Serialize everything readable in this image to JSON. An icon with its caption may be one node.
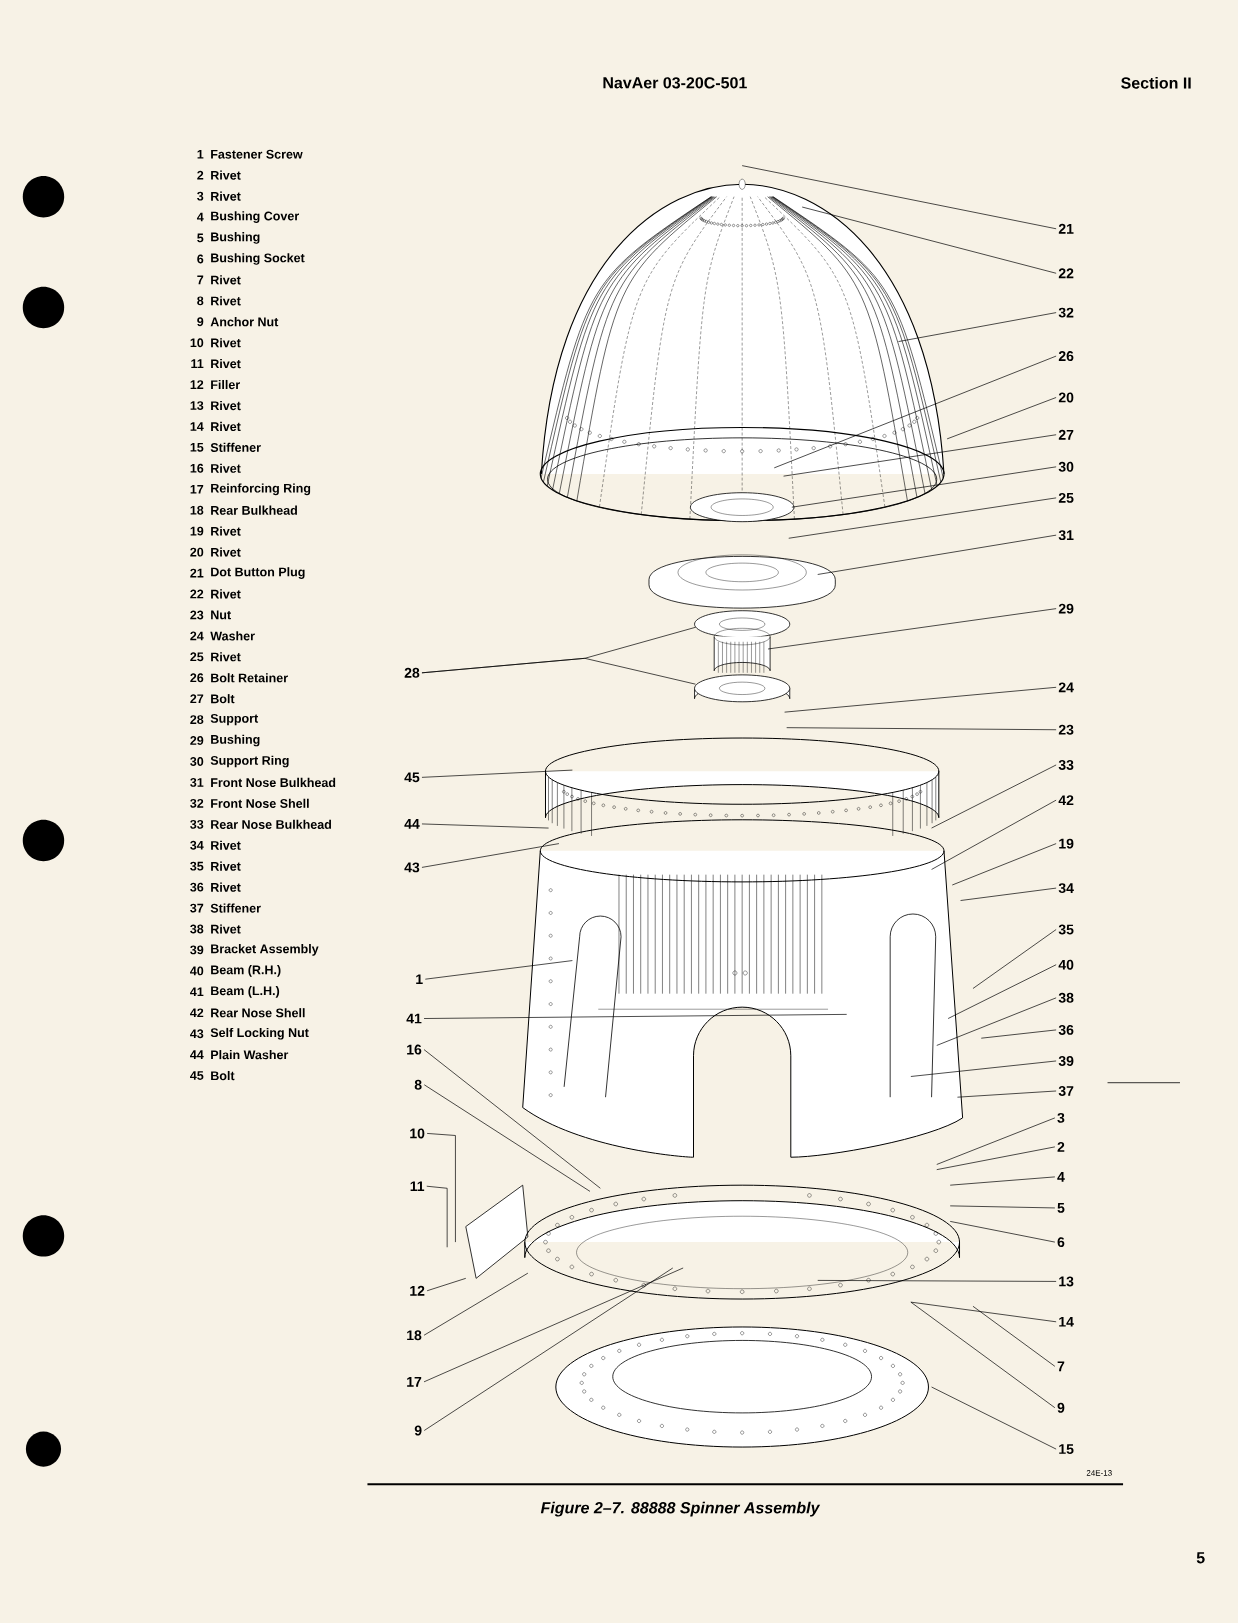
{
  "diagram": {
    "title": "NavAer 03-20C-501",
    "caption": "Figure 2–7. 88888 Spinner Assembly",
    "nodes": [
      {
        "text": [
          "21"
        ]
      },
      {
        "text": [
          "22"
        ]
      },
      {
        "text": [
          "32"
        ]
      },
      {
        "text": [
          "26"
        ]
      },
      {
        "text": [
          "20"
        ]
      },
      {
        "text": [
          "27"
        ]
      },
      {
        "text": [
          "30"
        ]
      },
      {
        "text": [
          "25"
        ]
      },
      {
        "text": [
          "31"
        ]
      },
      {
        "text": [
          "29"
        ]
      },
      {
        "text": [
          "28"
        ]
      },
      {
        "text": [
          "24"
        ]
      },
      {
        "text": [
          "23"
        ]
      },
      {
        "text": [
          "33"
        ]
      },
      {
        "text": [
          "45"
        ]
      },
      {
        "text": [
          "42"
        ]
      },
      {
        "text": [
          "44"
        ]
      },
      {
        "text": [
          "19"
        ]
      },
      {
        "text": [
          "43"
        ]
      },
      {
        "text": [
          "34"
        ]
      },
      {
        "text": [
          "35"
        ]
      },
      {
        "text": [
          "40"
        ]
      },
      {
        "text": [
          "1"
        ]
      },
      {
        "text": [
          "38"
        ]
      },
      {
        "text": [
          "41"
        ]
      },
      {
        "text": [
          "36"
        ]
      },
      {
        "text": [
          "16"
        ]
      },
      {
        "text": [
          "39"
        ]
      },
      {
        "text": [
          "8"
        ]
      },
      {
        "text": [
          "37"
        ]
      },
      {
        "text": [
          "3"
        ]
      },
      {
        "text": [
          "10"
        ]
      },
      {
        "text": [
          "2"
        ]
      },
      {
        "text": [
          "4"
        ]
      },
      {
        "text": [
          "11"
        ]
      },
      {
        "text": [
          "5"
        ]
      },
      {
        "text": [
          "6"
        ]
      },
      {
        "text": [
          "13"
        ]
      },
      {
        "text": [
          "12"
        ]
      },
      {
        "text": [
          "14"
        ]
      },
      {
        "text": [
          "18"
        ]
      },
      {
        "text": [
          "7"
        ]
      },
      {
        "text": [
          "17"
        ]
      },
      {
        "text": [
          "9"
        ]
      },
      {
        "text": [
          "9"
        ]
      },
      {
        "text": [
          "15"
        ]
      }
    ],
    "edges": [
      {
        "from": 0,
        "to": null,
        "arrow": "none"
      },
      {
        "from": 1,
        "to": null,
        "arrow": "none"
      },
      {
        "from": 2,
        "to": null,
        "arrow": "none"
      },
      {
        "from": 3,
        "to": null,
        "arrow": "none"
      },
      {
        "from": 4,
        "to": null,
        "arrow": "none"
      },
      {
        "from": 5,
        "to": null,
        "arrow": "none"
      },
      {
        "from": 6,
        "to": null,
        "arrow": "none"
      },
      {
        "from": 7,
        "to": null,
        "arrow": "none"
      },
      {
        "from": 8,
        "to": null,
        "arrow": "none"
      },
      {
        "from": 9,
        "to": null,
        "arrow": "none"
      },
      {
        "from": 10,
        "to": null,
        "arrow": "none"
      },
      {
        "from": 10,
        "to": null,
        "arrow": "none"
      },
      {
        "from": 11,
        "to": null,
        "arrow": "none"
      },
      {
        "from": 12,
        "to": null,
        "arrow": "none"
      },
      {
        "from": 13,
        "to": null,
        "arrow": "none"
      },
      {
        "from": 14,
        "to": null,
        "arrow": "none"
      },
      {
        "from": 15,
        "to": null,
        "arrow": "none"
      },
      {
        "from": 16,
        "to": null,
        "arrow": "none"
      },
      {
        "from": 17,
        "to": null,
        "arrow": "none"
      },
      {
        "from": 18,
        "to": null,
        "arrow": "none"
      },
      {
        "from": 19,
        "to": null,
        "arrow": "none"
      },
      {
        "from": 20,
        "to": null,
        "arrow": "none"
      },
      {
        "from": 21,
        "to": null,
        "arrow": "none"
      },
      {
        "from": 22,
        "to": null,
        "arrow": "none"
      },
      {
        "from": 23,
        "to": null,
        "arrow": "none"
      },
      {
        "from": 24,
        "to": null,
        "arrow": "none"
      },
      {
        "from": 25,
        "to": null,
        "arrow": "none"
      },
      {
        "from": 26,
        "to": null,
        "arrow": "none"
      },
      {
        "from": 27,
        "to": null,
        "arrow": "none"
      },
      {
        "from": 28,
        "to": null,
        "arrow": "none"
      },
      {
        "from": 29,
        "to": null,
        "arrow": "none"
      },
      {
        "from": 30,
        "to": null,
        "arrow": "none"
      },
      {
        "from": 31,
        "to": null,
        "arrow": "none"
      },
      {
        "from": 32,
        "to": null,
        "arrow": "none"
      },
      {
        "from": 33,
        "to": null,
        "arrow": "none"
      },
      {
        "from": 34,
        "to": null,
        "arrow": "none"
      },
      {
        "from": 35,
        "to": null,
        "arrow": "none"
      },
      {
        "from": 36,
        "to": null,
        "arrow": "none"
      },
      {
        "from": 37,
        "to": null,
        "arrow": "none"
      },
      {
        "from": 38,
        "to": null,
        "arrow": "none"
      },
      {
        "from": 39,
        "to": null,
        "arrow": "none"
      },
      {
        "from": 40,
        "to": null,
        "arrow": "none"
      },
      {
        "from": 41,
        "to": null,
        "arrow": "none"
      },
      {
        "from": 42,
        "to": null,
        "arrow": "none"
      },
      {
        "from": 43,
        "to": null,
        "arrow": "none"
      },
      {
        "from": 44,
        "to": null,
        "arrow": "none"
      },
      {
        "from": 45,
        "to": null,
        "arrow": "none"
      }
    ],
    "labels": [
      "Section II",
      "1",
      "Fastener Screw",
      "2",
      "Rivet",
      "3",
      "Rivet",
      "4",
      "Bushing Cover",
      "5",
      "Bushing",
      "6",
      "Bushing Socket",
      "7",
      "Rivet",
      "8",
      "Rivet",
      "9",
      "Anchor Nut",
      "10",
      "Rivet",
      "11",
      "Rivet",
      "12",
      "Filler",
      "13",
      "Rivet",
      "14",
      "Rivet",
      "15",
      "Stiffener",
      "16",
      "Rivet",
      "17",
      "Reinforcing Ring",
      "18",
      "Rear Bulkhead",
      "19",
      "Rivet",
      "20",
      "Rivet",
      "21",
      "Dot Button Plug",
      "22",
      "Rivet",
      "23",
      "Nut",
      "24",
      "Washer",
      "25",
      "Rivet",
      "26",
      "Bolt Retainer",
      "27",
      "Bolt",
      "28",
      "Support",
      "29",
      "Bushing",
      "30",
      "Support Ring",
      "31",
      "Front Nose Bulkhead",
      "32",
      "Front Nose Shell",
      "33",
      "Rear Nose Bulkhead",
      "34",
      "Rivet",
      "35",
      "Rivet",
      "36",
      "Rivet",
      "37",
      "Stiffener",
      "38",
      "Rivet",
      "39",
      "Bracket Assembly",
      "40",
      "Beam (R.H.)",
      "41",
      "Beam (L.H.)",
      "42",
      "Rear Nose Shell",
      "43",
      "Self Locking Nut",
      "44",
      "Plain Washer",
      "45",
      "Bolt",
      "24E-13",
      "5"
    ]
  }
}
